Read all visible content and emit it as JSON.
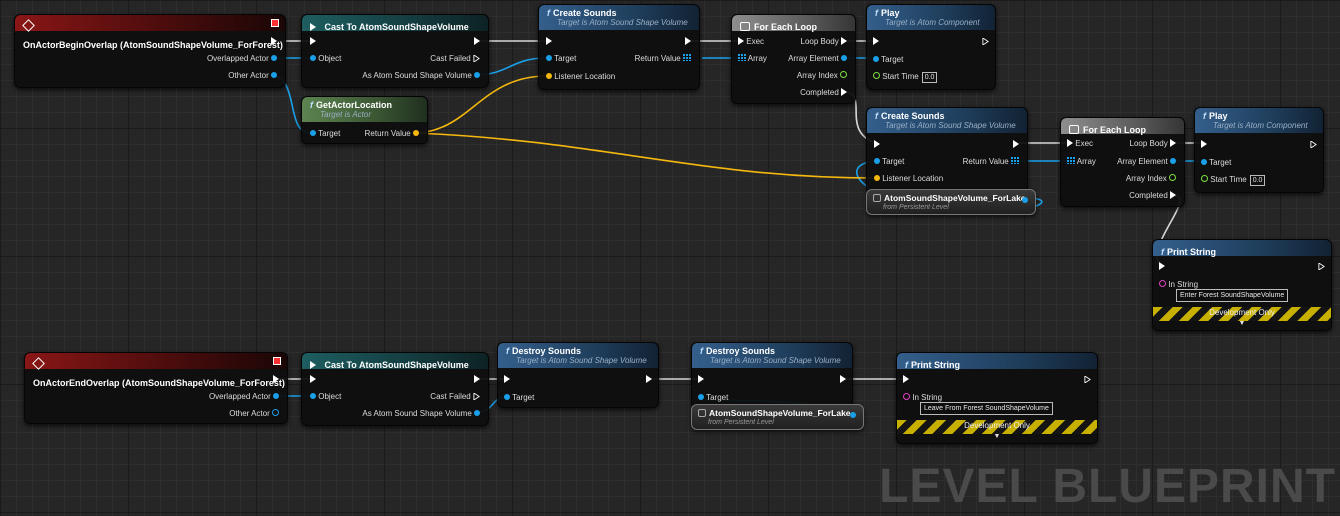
{
  "nodes": {
    "ev_begin": {
      "title": "OnActorBeginOverlap (AtomSoundShapeVolume_ForForest)",
      "pins": {
        "overlapped": "Overlapped Actor",
        "other": "Other Actor"
      }
    },
    "cast1": {
      "title": "Cast To AtomSoundShapeVolume",
      "pins": {
        "object": "Object",
        "failed": "Cast Failed",
        "as": "As Atom Sound Shape Volume"
      }
    },
    "getloc": {
      "title": "GetActorLocation",
      "subtitle": "Target is Actor",
      "pins": {
        "target": "Target",
        "ret": "Return Value"
      }
    },
    "create1": {
      "title": "Create Sounds",
      "subtitle": "Target is Atom Sound Shape Volume",
      "pins": {
        "target": "Target",
        "ret": "Return Value",
        "listener": "Listener Location"
      }
    },
    "loop1": {
      "title": "For Each Loop",
      "pins": {
        "exec": "Exec",
        "body": "Loop Body",
        "array": "Array",
        "elem": "Array Element",
        "index": "Array Index",
        "completed": "Completed"
      }
    },
    "play1": {
      "title": "Play",
      "subtitle": "Target is Atom Component",
      "pins": {
        "target": "Target",
        "start": "Start Time",
        "start_val": "0.0"
      }
    },
    "create2": {
      "title": "Create Sounds",
      "subtitle": "Target is Atom Sound Shape Volume",
      "pins": {
        "target": "Target",
        "ret": "Return Value",
        "listener": "Listener Location"
      }
    },
    "var_lake1": {
      "title": "AtomSoundShapeVolume_ForLake",
      "subtitle": "from Persistent Level"
    },
    "loop2": {
      "title": "For Each Loop",
      "pins": {
        "exec": "Exec",
        "body": "Loop Body",
        "array": "Array",
        "elem": "Array Element",
        "index": "Array Index",
        "completed": "Completed"
      }
    },
    "play2": {
      "title": "Play",
      "subtitle": "Target is Atom Component",
      "pins": {
        "target": "Target",
        "start": "Start Time",
        "start_val": "0.0"
      }
    },
    "print1": {
      "title": "Print String",
      "pins": {
        "in": "In String",
        "value": "Enter Forest SoundShapeVolume"
      },
      "dev": "Development Only"
    },
    "ev_end": {
      "title": "OnActorEndOverlap (AtomSoundShapeVolume_ForForest)",
      "pins": {
        "overlapped": "Overlapped Actor",
        "other": "Other Actor"
      }
    },
    "cast2": {
      "title": "Cast To AtomSoundShapeVolume",
      "pins": {
        "object": "Object",
        "failed": "Cast Failed",
        "as": "As Atom Sound Shape Volume"
      }
    },
    "destroy1": {
      "title": "Destroy Sounds",
      "subtitle": "Target is Atom Sound Shape Volume",
      "pins": {
        "target": "Target"
      }
    },
    "destroy2": {
      "title": "Destroy Sounds",
      "subtitle": "Target is Atom Sound Shape Volume",
      "pins": {
        "target": "Target"
      }
    },
    "var_lake2": {
      "title": "AtomSoundShapeVolume_ForLake",
      "subtitle": "from Persistent Level"
    },
    "print2": {
      "title": "Print String",
      "pins": {
        "in": "In String",
        "value": "Leave From Forest SoundShapeVolume"
      },
      "dev": "Development Only"
    }
  },
  "icons": {
    "function": "f",
    "chevron": "▼"
  },
  "watermark": "LEVEL BLUEPRINT",
  "colors": {
    "exec": "#ffffff",
    "object": "#1aa0e8",
    "vector": "#f5b80e",
    "int": "#7fe040",
    "string": "#e040c0",
    "event_header": "#8a1616",
    "cast_header": "#1d5e60",
    "function_header": "#345f8c",
    "pure_header": "#5d8452"
  }
}
